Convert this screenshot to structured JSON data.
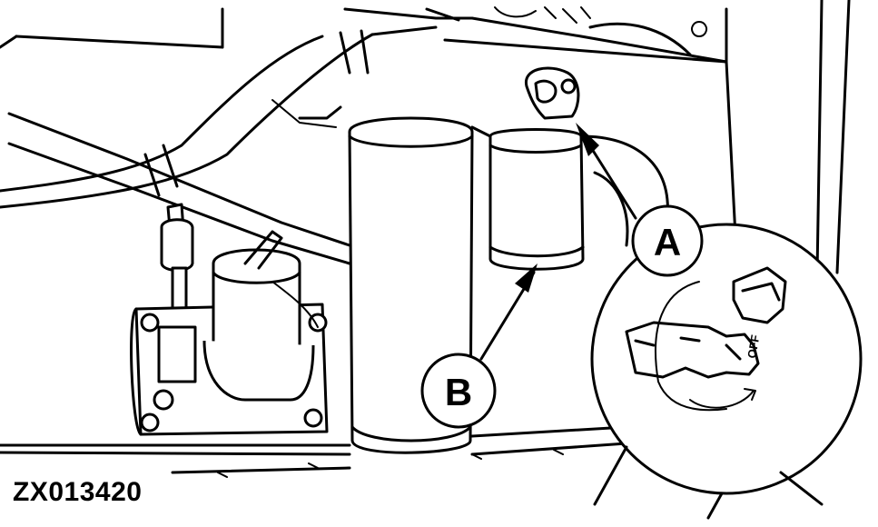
{
  "callouts": {
    "a": "A",
    "b": "B"
  },
  "figure_id": "ZX013420",
  "icons": [
    "fuel-shutoff-valve-icon",
    "fuel-filter-icon",
    "water-separator-icon"
  ]
}
